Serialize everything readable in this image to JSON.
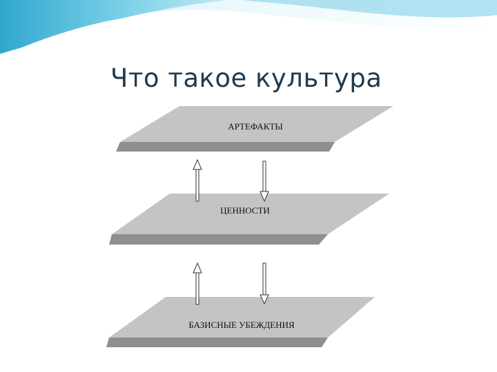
{
  "slide": {
    "title": "Что такое культура"
  },
  "diagram": {
    "levels": [
      {
        "label": "АРТЕФАКТЫ"
      },
      {
        "label": "ЦЕННОСТИ"
      },
      {
        "label": "БАЗИСНЫЕ УБЕЖДЕНИЯ"
      }
    ],
    "colors": {
      "plane_top": "#c4c4c4",
      "plane_edge": "#8f8f8f",
      "arrow_stroke": "#333333",
      "arrow_fill": "#ffffff",
      "banner_light": "#e4f6fb",
      "banner_mid": "#8fd6ea",
      "banner_dark": "#2aa8cf"
    }
  }
}
